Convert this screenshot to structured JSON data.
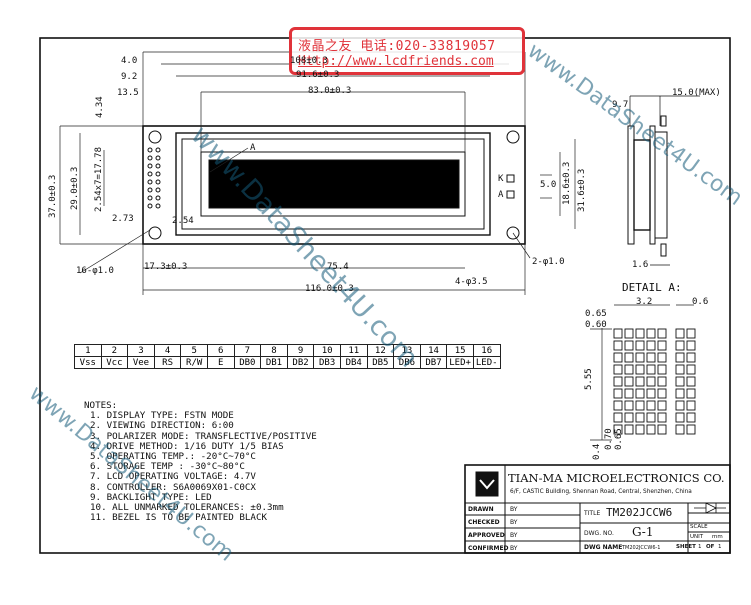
{
  "stamp": {
    "line1": "液晶之友 电话:020-33819057",
    "line2": "Http://www.lcdfriends.com"
  },
  "watermark": {
    "main": "www.DataSheet4U.com",
    "topright": "www.DataSheet4U.com",
    "bottomleft": "www.DataSheet4U.com"
  },
  "dims": {
    "d108": "108±0.3",
    "d916": "91.6±0.3",
    "d830": "83.0±0.3",
    "d40": "4.0",
    "d92": "9.2",
    "d135": "13.5",
    "d434": "4.34",
    "d370": "37.0±0.3",
    "d290": "29.0±0.3",
    "d254x778": "2.54x7=17.78",
    "d273": "2.73",
    "d254": "2.54",
    "d16phi": "16-φ1.0",
    "d173": "17.3±0.3",
    "d754": "75.4",
    "d1160": "116.0±0.3",
    "d4phi35": "4-φ3.5",
    "d2phi10": "2-φ1.0",
    "d50": "5.0",
    "d186": "18.6±0.3",
    "d316": "31.6±0.3",
    "d150max": "15.0(MAX)",
    "d97": "9.7",
    "d16": "1.6",
    "labelA": "A",
    "labelK": "K",
    "labelAnode": "A"
  },
  "detail": {
    "title": "DETAIL  A:",
    "d32": "3.2",
    "d06": "0.6",
    "d065a": "0.65",
    "d060": "0.60",
    "d555": "5.55",
    "d04": "0.4",
    "d070": "0.70",
    "d065b": "0.65"
  },
  "pins": {
    "numbers": [
      "1",
      "2",
      "3",
      "4",
      "5",
      "6",
      "7",
      "8",
      "9",
      "10",
      "11",
      "12",
      "13",
      "14",
      "15",
      "16"
    ],
    "names": [
      "Vss",
      "Vcc",
      "Vee",
      "RS",
      "R/W",
      "E",
      "DB0",
      "DB1",
      "DB2",
      "DB3",
      "DB4",
      "DB5",
      "DB6",
      "DB7",
      "LED+",
      "LED-"
    ]
  },
  "notes": {
    "heading": "NOTES:",
    "lines": [
      "1. DISPLAY TYPE:        FSTN  MODE",
      "2. VIEWING DIRECTION: 6:00",
      "3. POLARIZER MODE:     TRANSFLECTIVE/POSITIVE",
      "4. DRIVE METHOD:       1/16 DUTY 1/5 BIAS",
      "5. OPERATING TEMP.:    -20°C~70°C",
      "6. STORAGE TEMP :      -30°C~80°C",
      "7. LCD OPERATING VOLTAGE:  4.7V",
      "8. CONTROLLER:         S6A0069X01-C0CX",
      "9. BACKLIGHT TYPE:     LED",
      "10. ALL UNMARKED TOLERANCES: ±0.3mm",
      "11. BEZEL IS TO BE PAINTED BLACK"
    ]
  },
  "titleblock": {
    "company": "TIAN-MA MICROELECTRONICS CO.",
    "address": "6/F, CASTIC Building, Shennan Road, Central, Shenzhen, China",
    "drawn": "DRAWN",
    "checked": "CHECKED",
    "approved": "APPROVED",
    "confirmed": "CONFIRMED",
    "by": "BY",
    "title_label": "TITLE",
    "title_value": "TM202JCCW6",
    "dwg_no_label": "DWG. NO.",
    "dwg_no_value": "G-1",
    "dwg_name_label": "DWG NAME",
    "dwg_name_value": "TM202JCCW6-1",
    "scale_label": "SCALE",
    "unit_label": "UNIT",
    "unit_value": "mm",
    "sheet_label": "SHEET",
    "sheet_value": "1",
    "of_label": "OF",
    "of_value": "1"
  }
}
